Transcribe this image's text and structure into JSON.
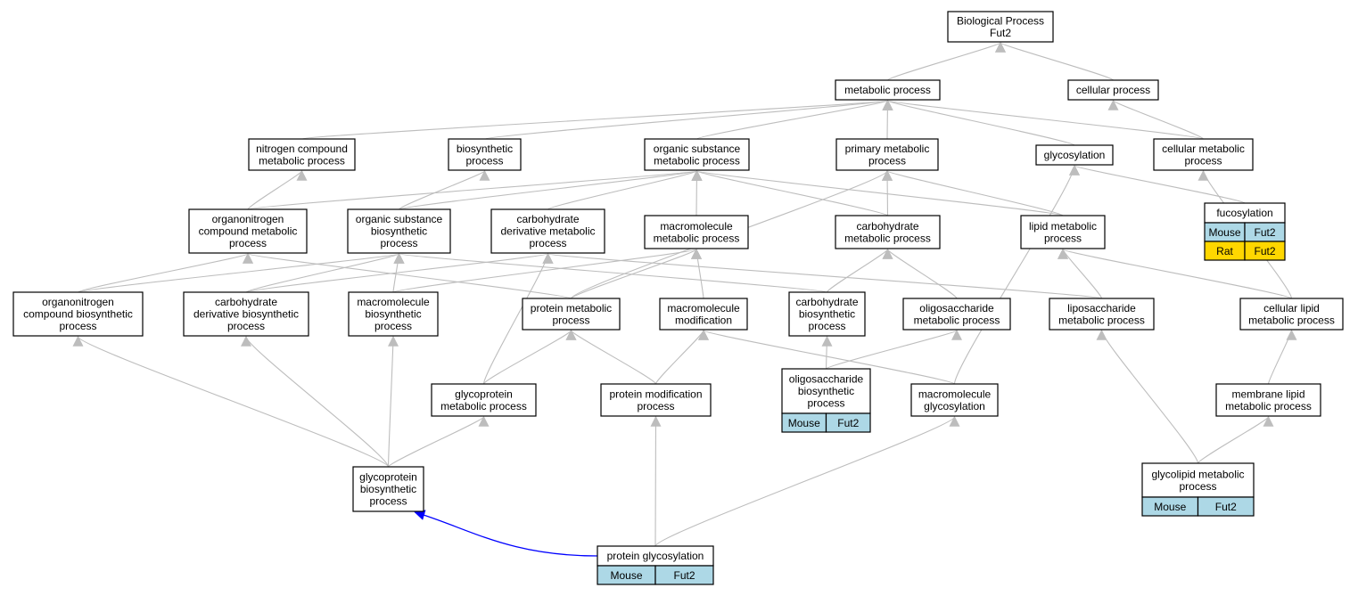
{
  "colors": {
    "edge": "#bdbdbd",
    "highlight_edge": "#0000ff",
    "node_border": "#000000",
    "node_fill": "#ffffff",
    "mouse": "#add8e6",
    "rat": "#ffd700"
  },
  "nodes": [
    {
      "id": "bp",
      "lines": [
        "Biological Process",
        "Fut2"
      ]
    },
    {
      "id": "metabolic",
      "lines": [
        "metabolic process"
      ]
    },
    {
      "id": "cellular",
      "lines": [
        "cellular process"
      ]
    },
    {
      "id": "nitrogen_cmp",
      "lines": [
        "nitrogen compound",
        "metabolic process"
      ]
    },
    {
      "id": "biosynthetic",
      "lines": [
        "biosynthetic",
        "process"
      ]
    },
    {
      "id": "organic_sub",
      "lines": [
        "organic substance",
        "metabolic process"
      ]
    },
    {
      "id": "primary_met",
      "lines": [
        "primary metabolic",
        "process"
      ]
    },
    {
      "id": "glycosylation",
      "lines": [
        "glycosylation"
      ]
    },
    {
      "id": "cell_met",
      "lines": [
        "cellular metabolic",
        "process"
      ]
    },
    {
      "id": "orgn_cmp_met",
      "lines": [
        "organonitrogen",
        "compound metabolic",
        "process"
      ]
    },
    {
      "id": "org_sub_bio",
      "lines": [
        "organic substance",
        "biosynthetic",
        "process"
      ]
    },
    {
      "id": "carb_deriv_met",
      "lines": [
        "carbohydrate",
        "derivative metabolic",
        "process"
      ]
    },
    {
      "id": "macromol_met",
      "lines": [
        "macromolecule",
        "metabolic process"
      ]
    },
    {
      "id": "carb_met",
      "lines": [
        "carbohydrate",
        "metabolic process"
      ]
    },
    {
      "id": "lipid_met",
      "lines": [
        "lipid metabolic",
        "process"
      ]
    },
    {
      "id": "fucosylation",
      "lines": [
        "fucosylation"
      ],
      "table": [
        [
          "Mouse",
          "Fut2"
        ],
        [
          "Rat",
          "Fut2"
        ]
      ]
    },
    {
      "id": "orgn_cmp_bio",
      "lines": [
        "organonitrogen",
        "compound biosynthetic",
        "process"
      ]
    },
    {
      "id": "carb_deriv_bio",
      "lines": [
        "carbohydrate",
        "derivative biosynthetic",
        "process"
      ]
    },
    {
      "id": "macromol_bio",
      "lines": [
        "macromolecule",
        "biosynthetic",
        "process"
      ]
    },
    {
      "id": "protein_met",
      "lines": [
        "protein metabolic",
        "process"
      ]
    },
    {
      "id": "macromol_mod",
      "lines": [
        "macromolecule",
        "modification"
      ]
    },
    {
      "id": "carb_bio",
      "lines": [
        "carbohydrate",
        "biosynthetic",
        "process"
      ]
    },
    {
      "id": "oligo_met",
      "lines": [
        "oligosaccharide",
        "metabolic process"
      ]
    },
    {
      "id": "liposacch_met",
      "lines": [
        "liposaccharide",
        "metabolic process"
      ]
    },
    {
      "id": "cell_lipid_met",
      "lines": [
        "cellular lipid",
        "metabolic process"
      ]
    },
    {
      "id": "glycoprot_met",
      "lines": [
        "glycoprotein",
        "metabolic process"
      ]
    },
    {
      "id": "prot_mod",
      "lines": [
        "protein modification",
        "process"
      ]
    },
    {
      "id": "oligo_bio",
      "lines": [
        "oligosaccharide",
        "biosynthetic",
        "process"
      ],
      "table": [
        [
          "Mouse",
          "Fut2"
        ]
      ]
    },
    {
      "id": "macromol_glyc",
      "lines": [
        "macromolecule",
        "glycosylation"
      ]
    },
    {
      "id": "membrane_lipid",
      "lines": [
        "membrane lipid",
        "metabolic process"
      ]
    },
    {
      "id": "glycoprot_bio",
      "lines": [
        "glycoprotein",
        "biosynthetic",
        "process"
      ]
    },
    {
      "id": "glycolipid_met",
      "lines": [
        "glycolipid metabolic",
        "process"
      ],
      "table": [
        [
          "Mouse",
          "Fut2"
        ]
      ]
    },
    {
      "id": "prot_glyc",
      "lines": [
        "protein glycosylation"
      ],
      "table": [
        [
          "Mouse",
          "Fut2"
        ]
      ]
    }
  ],
  "edges": [
    [
      "metabolic",
      "bp"
    ],
    [
      "cellular",
      "bp"
    ],
    [
      "nitrogen_cmp",
      "metabolic"
    ],
    [
      "biosynthetic",
      "metabolic"
    ],
    [
      "organic_sub",
      "metabolic"
    ],
    [
      "primary_met",
      "metabolic"
    ],
    [
      "glycosylation",
      "metabolic"
    ],
    [
      "cell_met",
      "metabolic"
    ],
    [
      "cell_met",
      "cellular"
    ],
    [
      "orgn_cmp_met",
      "nitrogen_cmp"
    ],
    [
      "orgn_cmp_met",
      "organic_sub"
    ],
    [
      "org_sub_bio",
      "biosynthetic"
    ],
    [
      "org_sub_bio",
      "organic_sub"
    ],
    [
      "carb_deriv_met",
      "organic_sub"
    ],
    [
      "macromol_met",
      "organic_sub"
    ],
    [
      "carb_met",
      "organic_sub"
    ],
    [
      "carb_met",
      "primary_met"
    ],
    [
      "lipid_met",
      "organic_sub"
    ],
    [
      "lipid_met",
      "primary_met"
    ],
    [
      "fucosylation",
      "glycosylation"
    ],
    [
      "orgn_cmp_bio",
      "orgn_cmp_met"
    ],
    [
      "orgn_cmp_bio",
      "org_sub_bio"
    ],
    [
      "carb_deriv_bio",
      "org_sub_bio"
    ],
    [
      "carb_deriv_bio",
      "carb_deriv_met"
    ],
    [
      "macromol_bio",
      "org_sub_bio"
    ],
    [
      "macromol_bio",
      "macromol_met"
    ],
    [
      "protein_met",
      "orgn_cmp_met"
    ],
    [
      "protein_met",
      "macromol_met"
    ],
    [
      "protein_met",
      "primary_met"
    ],
    [
      "macromol_mod",
      "macromol_met"
    ],
    [
      "carb_bio",
      "carb_met"
    ],
    [
      "carb_bio",
      "org_sub_bio"
    ],
    [
      "oligo_met",
      "carb_met"
    ],
    [
      "liposacch_met",
      "lipid_met"
    ],
    [
      "liposacch_met",
      "carb_deriv_met"
    ],
    [
      "cell_lipid_met",
      "lipid_met"
    ],
    [
      "cell_lipid_met",
      "cell_met"
    ],
    [
      "glycoprot_met",
      "protein_met"
    ],
    [
      "glycoprot_met",
      "carb_deriv_met"
    ],
    [
      "prot_mod",
      "protein_met"
    ],
    [
      "prot_mod",
      "macromol_mod"
    ],
    [
      "oligo_bio",
      "carb_bio"
    ],
    [
      "oligo_bio",
      "oligo_met"
    ],
    [
      "macromol_glyc",
      "macromol_mod"
    ],
    [
      "macromol_glyc",
      "glycosylation"
    ],
    [
      "membrane_lipid",
      "cell_lipid_met"
    ],
    [
      "glycoprot_bio",
      "orgn_cmp_bio"
    ],
    [
      "glycoprot_bio",
      "carb_deriv_bio"
    ],
    [
      "glycoprot_bio",
      "macromol_bio"
    ],
    [
      "glycoprot_bio",
      "glycoprot_met"
    ],
    [
      "glycolipid_met",
      "liposacch_met"
    ],
    [
      "glycolipid_met",
      "membrane_lipid"
    ],
    [
      "prot_glyc",
      "prot_mod"
    ],
    [
      "prot_glyc",
      "macromol_glyc"
    ],
    [
      "prot_glyc",
      "glycoprot_bio",
      "highlight"
    ]
  ]
}
